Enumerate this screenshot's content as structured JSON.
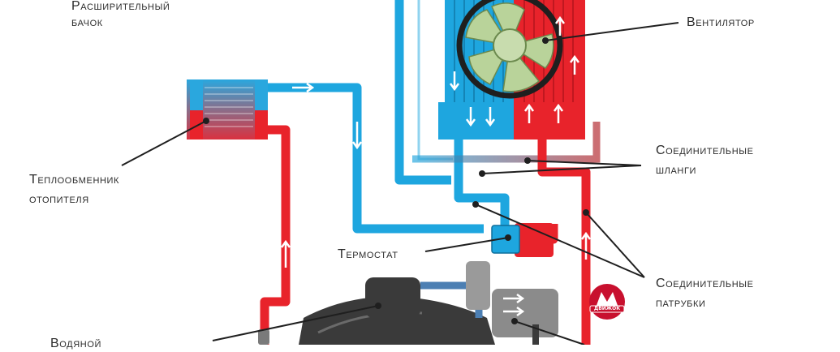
{
  "labels": {
    "expansion_tank": [
      "Расширительный",
      "бачок"
    ],
    "fan": "Вентилятор",
    "heater_core": [
      "Теплообменник",
      "отопителя"
    ],
    "hoses": [
      "Соединительные",
      "шланги"
    ],
    "thermostat": "Термостат",
    "pipes": [
      "Соединительные",
      "патрубки"
    ],
    "bottom_cut": "Водяной"
  },
  "logo": {
    "text": "ДВИЖОК"
  },
  "colors": {
    "hot": "#e8232b",
    "cold": "#1ea6df",
    "dark_red": "#b02026",
    "engine_grey": "#8b8b8b",
    "engine_dark": "#3a3a3a",
    "fan_blade": "#b9d39a",
    "line": "#1f1f1f"
  }
}
